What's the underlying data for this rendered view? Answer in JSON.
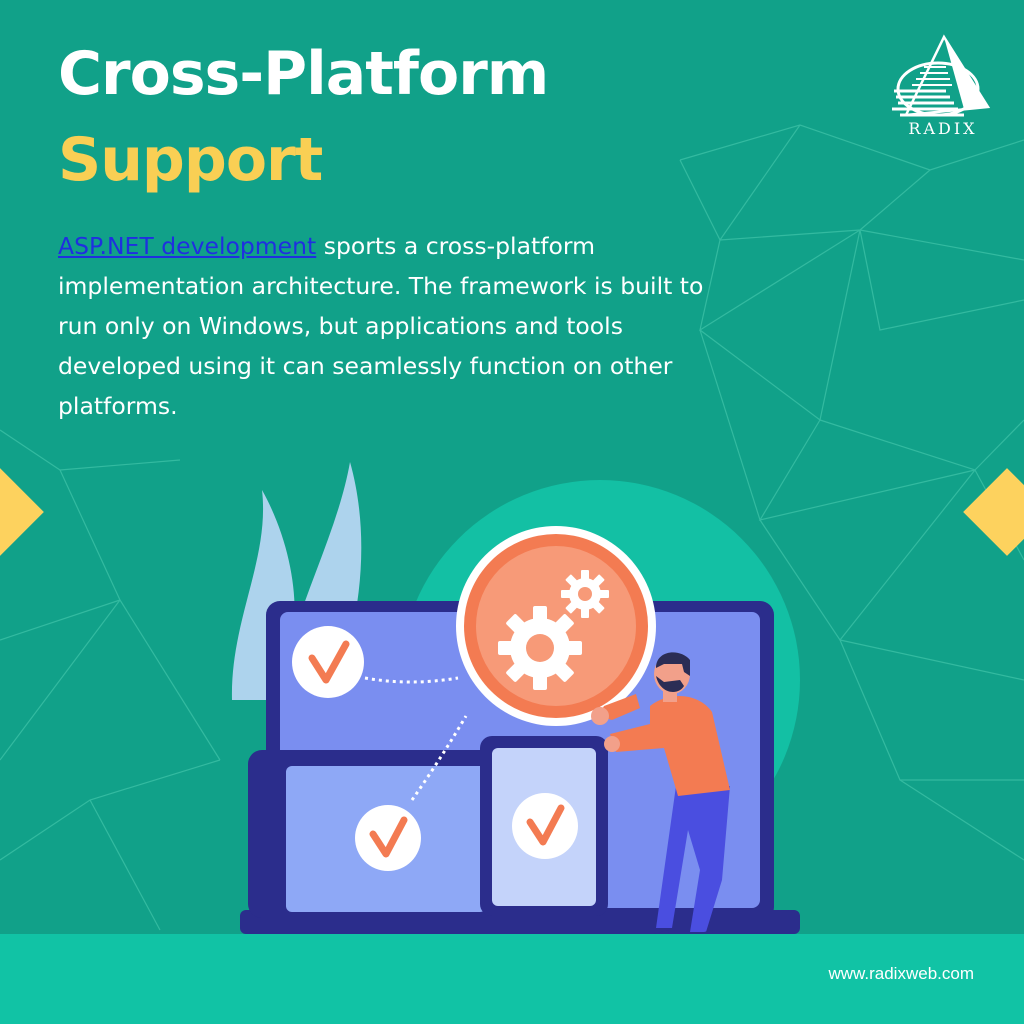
{
  "title": {
    "line1": "Cross-Platform",
    "line2": "Support"
  },
  "body": {
    "link_text": "ASP.NET development",
    "text": " sports a cross-platform implementation architecture. The framework is built to run only on Windows, but applications and tools developed using it can seamlessly function on other platforms."
  },
  "logo": {
    "text": "RADIX",
    "icon": "radix-pyramid-logo"
  },
  "footer": {
    "url": "www.radixweb.com"
  },
  "illustration": {
    "icons": [
      "checkmark-icon",
      "gear-icon",
      "person-figure",
      "laptop",
      "monitor",
      "tablet"
    ]
  },
  "colors": {
    "background": "#11a189",
    "accent_yellow": "#f9cf54",
    "footer": "#11c3a5",
    "orange": "#f37b52",
    "navy": "#2d2f8f",
    "link": "#1f2fe0"
  }
}
